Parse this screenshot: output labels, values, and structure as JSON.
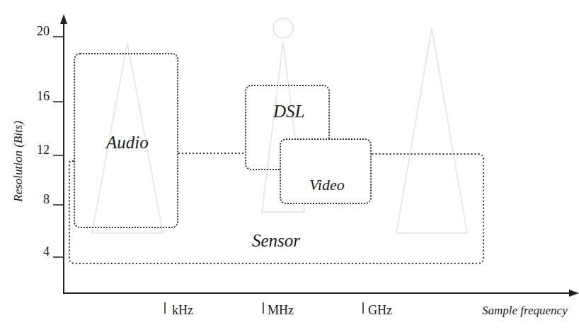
{
  "diagram": {
    "nodes": [
      {
        "text": [
          "Audio"
        ]
      },
      {
        "text": [
          "DSL"
        ]
      },
      {
        "text": [
          "Video"
        ]
      },
      {
        "text": [
          "Sensor"
        ]
      }
    ],
    "labels": [
      "20",
      "16",
      "12",
      "8",
      "4",
      "Resolution (Bits)",
      "kHz",
      "MHz",
      "GHz",
      "Sample frequency"
    ]
  }
}
